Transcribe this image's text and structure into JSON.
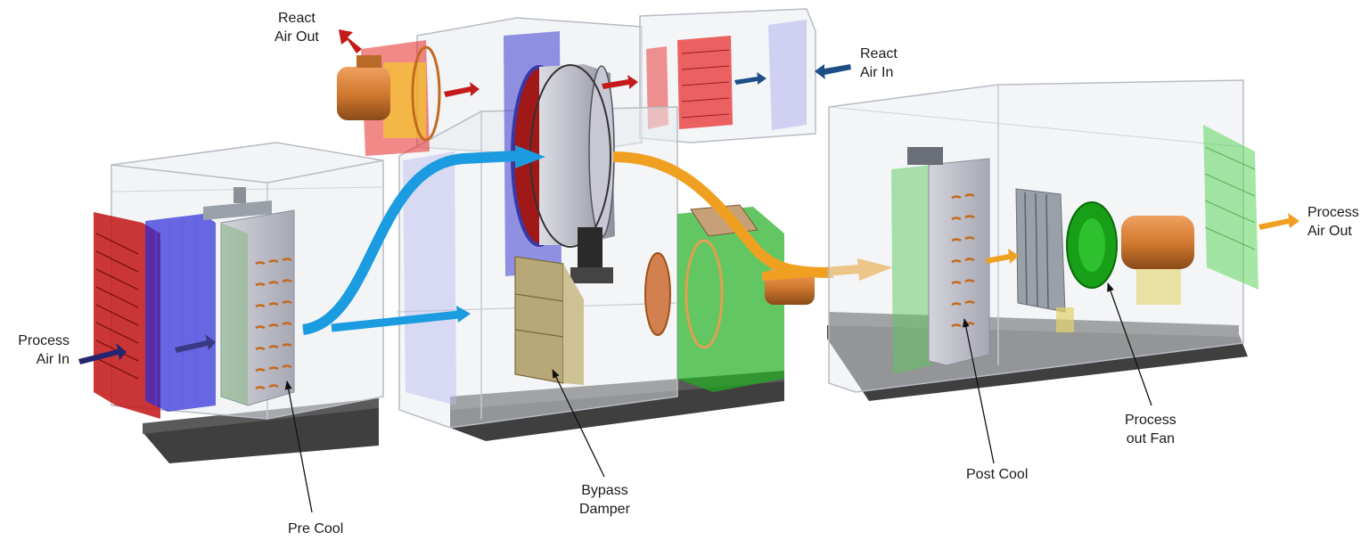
{
  "labels": {
    "react_air_out": [
      "React",
      "Air Out"
    ],
    "react_air_in": [
      "React",
      "Air In"
    ],
    "process_air_in": [
      "Process",
      "Air In"
    ],
    "process_air_out": [
      "Process",
      "Air Out"
    ],
    "pre_cool": "Pre Cool",
    "bypass_damper": [
      "Bypass",
      "Damper"
    ],
    "post_cool": "Post Cool",
    "process_out_fan": [
      "Process",
      "out Fan"
    ]
  },
  "colors": {
    "filter_red": "#c41a1a",
    "filter_blue": "#2b2bd8",
    "fan_green": "#1fae1f",
    "motor_orange": "#d27a30",
    "arrow_blue": "#1b9be0",
    "arrow_orange": "#f0a020",
    "arrow_navy": "#25256e",
    "arrow_red": "#c41a1a",
    "arrow_steel": "#1d4f86",
    "frame_dark": "#3f3f3f",
    "damper_tan": "#b8a878"
  }
}
